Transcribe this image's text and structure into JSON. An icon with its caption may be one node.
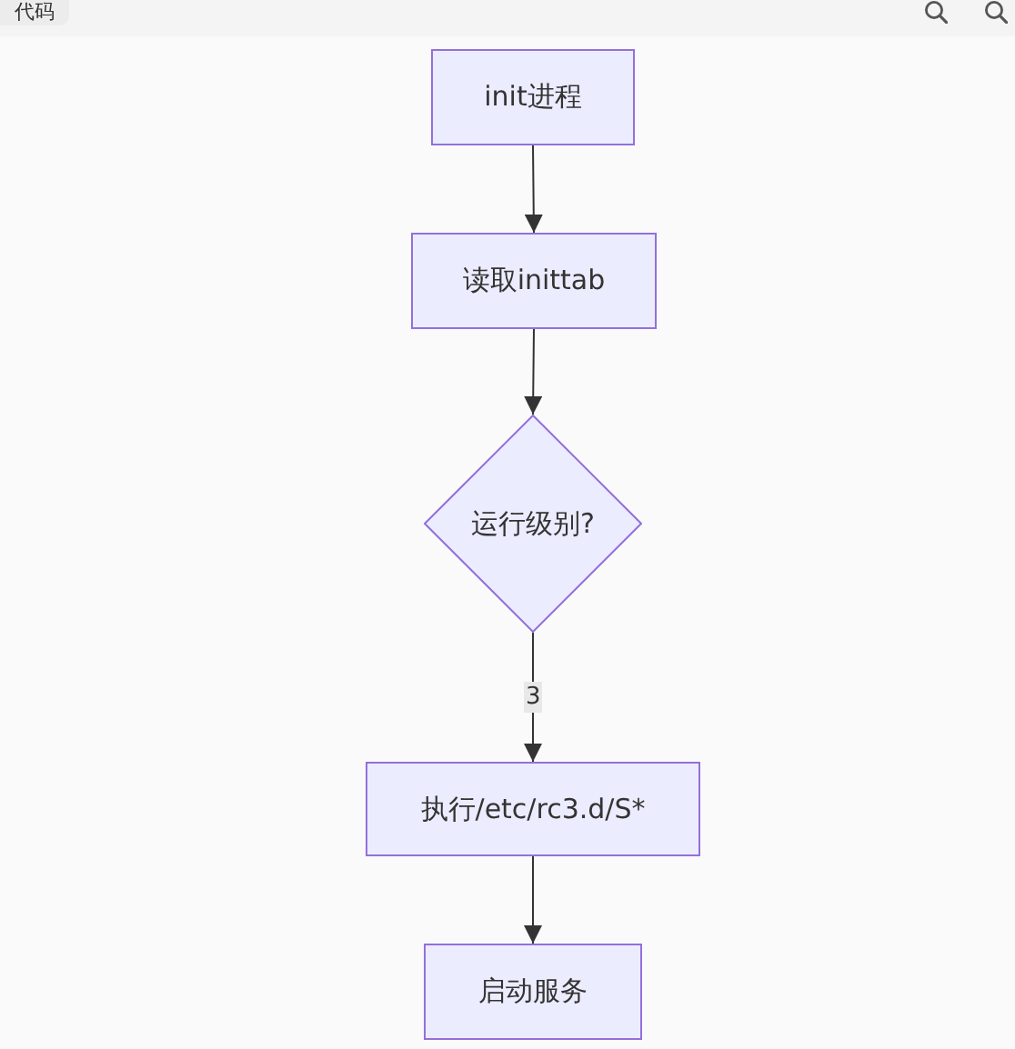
{
  "diagram": {
    "nodes": [
      {
        "text": [
          "init进程"
        ]
      },
      {
        "text": [
          "读取inittab"
        ]
      },
      {
        "text": [
          "运行级别?"
        ]
      },
      {
        "text": [
          "执行/etc/rc3.d/S*"
        ]
      },
      {
        "text": [
          "启动服务"
        ]
      }
    ],
    "edges": [
      {
        "from": 0,
        "to": 1,
        "arrow": "to"
      },
      {
        "from": 1,
        "to": 2,
        "arrow": "to"
      },
      {
        "from": 2,
        "to": 3,
        "arrow": "to",
        "label": "3"
      },
      {
        "from": 3,
        "to": 4,
        "arrow": "to"
      }
    ],
    "labels": [
      "代码"
    ]
  }
}
